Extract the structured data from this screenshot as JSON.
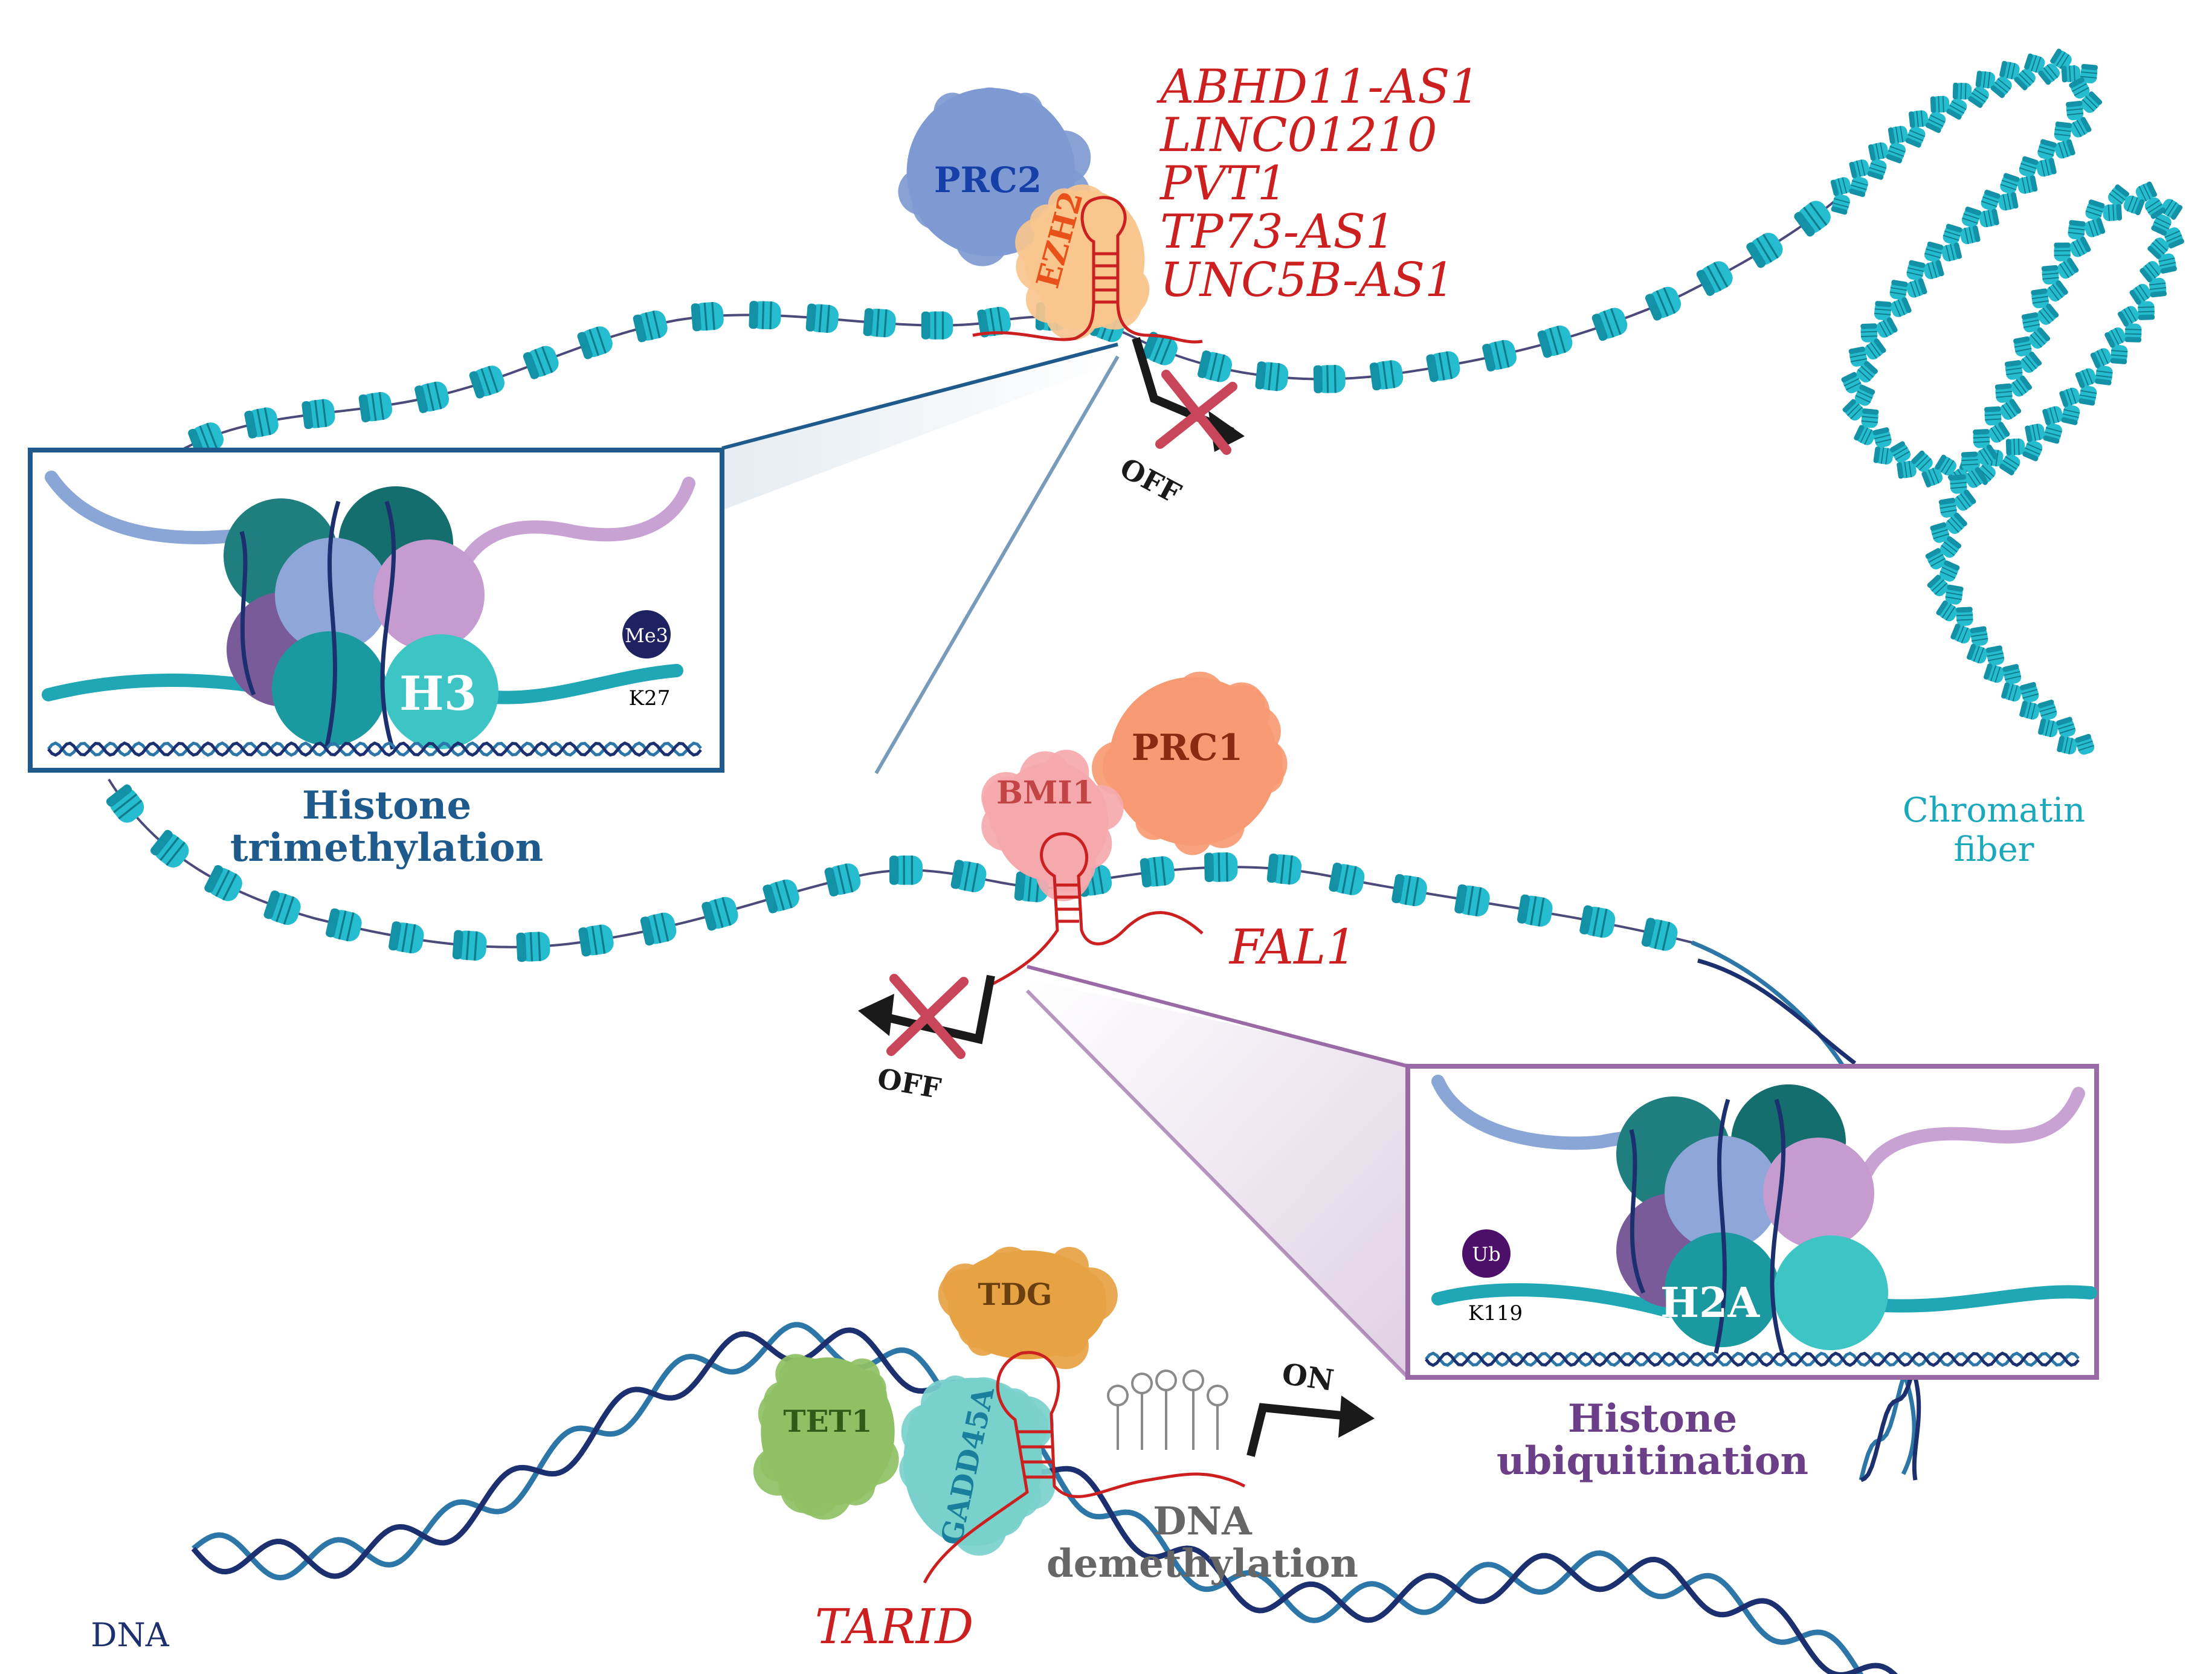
{
  "lncRNA_list": [
    "ABHD11-AS1",
    "LINC01210",
    "PVT1",
    "TP73-AS1",
    "UNC5B-AS1"
  ],
  "complexes": {
    "prc2": "PRC2",
    "ezh2": "EZH2",
    "prc1": "PRC1",
    "bmi1": "BMI1",
    "tdg": "TDG",
    "tet1": "TET1",
    "gadd45a": "GADD45A"
  },
  "lnc": {
    "fal1": "FAL1",
    "tarid": "TARID"
  },
  "switches": {
    "off_top": "OFF",
    "off_mid": "OFF",
    "on": "ON"
  },
  "inset_top": {
    "histone": "H3",
    "mark": "Me3",
    "residue": "K27",
    "caption_line1": "Histone",
    "caption_line2": "trimethylation"
  },
  "inset_bottom": {
    "histone": "H2A",
    "mark": "Ub",
    "residue": "K119",
    "caption_line1": "Histone",
    "caption_line2": "ubiquitination"
  },
  "chromatin": {
    "line1": "Chromatin",
    "line2": "fiber"
  },
  "dna": {
    "label": "DNA",
    "process_line1": "DNA",
    "process_line2": "demethylation"
  },
  "colors": {
    "nucleosome": "#26bcd0",
    "nucleosome_dark": "#1391a6",
    "linker": "#4b4a7a",
    "lnc_red": "#cc1f1f",
    "blue_box": "#1f5a8c",
    "purple_box": "#9a6aa6",
    "dna_dark": "#1c2f6e",
    "dna_light": "#2d77a8",
    "prc2": "#7f9ad3",
    "ezh2": "#f8c68e",
    "prc1": "#f79a73",
    "bmi1": "#f5a9ac",
    "tdg": "#e7a244",
    "tet1": "#8fc064",
    "gadd45a": "#79d0cc",
    "cross": "#c9455a"
  }
}
